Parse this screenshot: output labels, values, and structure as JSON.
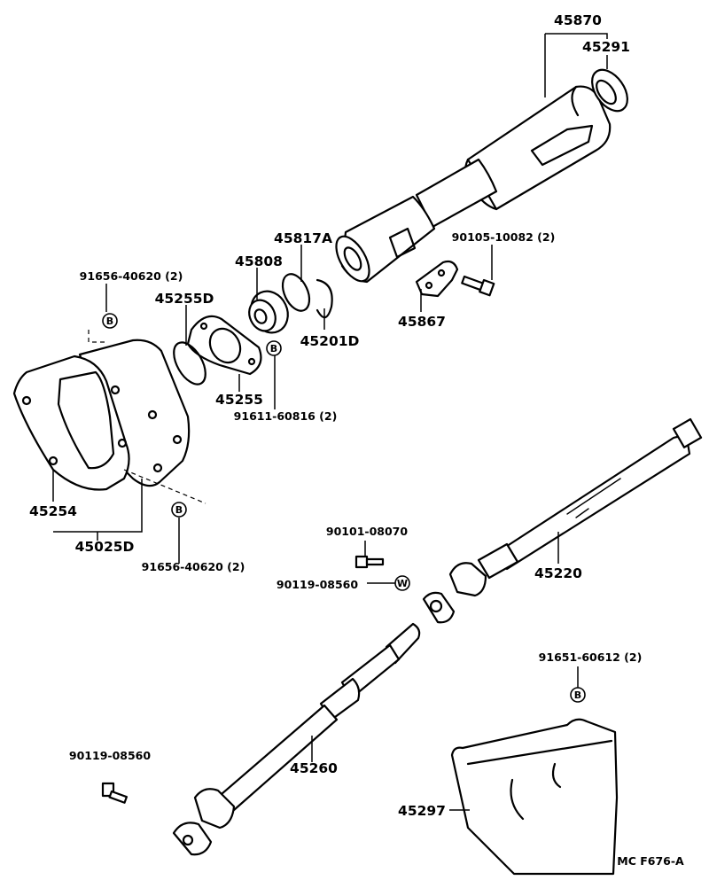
{
  "parts": {
    "p45870": "45870",
    "p45291": "45291",
    "p45817A": "45817A",
    "p90105": "90105-10082 (2)",
    "p45808": "45808",
    "p91656_top": "91656-40620 (2)",
    "p45255D": "45255D",
    "p45867": "45867",
    "p45201D": "45201D",
    "p45255": "45255",
    "p91611": "91611-60816 (2)",
    "p45254": "45254",
    "p45025D": "45025D",
    "p91656_bottom": "91656-40620 (2)",
    "p90101": "90101-08070",
    "p90119_mid": "90119-08560",
    "p45220": "45220",
    "p91651": "91651-60612 (2)",
    "p90119_low": "90119-08560",
    "p45260": "45260",
    "p45297": "45297"
  },
  "codes": {
    "b1": "B",
    "b2": "B",
    "b3": "B",
    "b4": "B",
    "w1": "W"
  },
  "figure_id": "MC F676-A"
}
